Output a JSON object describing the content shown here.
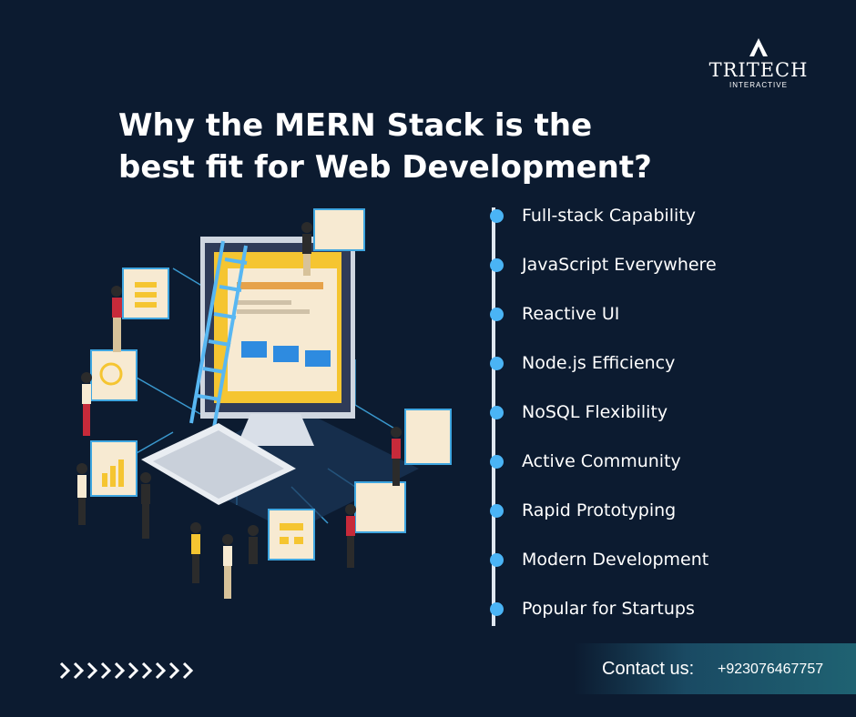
{
  "brand": {
    "name": "TRITECH",
    "tagline": "INTERACTIVE"
  },
  "headline": {
    "line1": "Why the MERN Stack is the",
    "line2": "best fit for Web Development?"
  },
  "benefits": [
    {
      "label": "Full-stack Capability"
    },
    {
      "label": "JavaScript Everywhere"
    },
    {
      "label": "Reactive UI"
    },
    {
      "label": "Node.js Efficiency"
    },
    {
      "label": "NoSQL Flexibility"
    },
    {
      "label": "Active Community"
    },
    {
      "label": "Rapid Prototyping"
    },
    {
      "label": "Modern Development"
    },
    {
      "label": "Popular for Startups"
    }
  ],
  "contact": {
    "label": "Contact us:",
    "phone": "+923076467757"
  },
  "colors": {
    "background": "#0c1b30",
    "accent": "#4ab4f5",
    "text": "#ffffff"
  },
  "icons": {
    "logo": "triangle-logo-icon",
    "arrows": "chevron-arrows-icon",
    "illustration": "computer-isometric-illustration"
  }
}
